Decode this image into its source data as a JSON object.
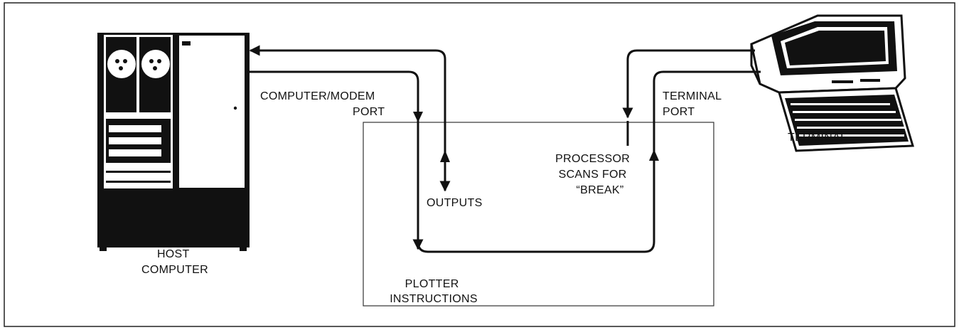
{
  "labels": {
    "host_computer": [
      "HOST",
      "COMPUTER"
    ],
    "computer_modem_port": [
      "COMPUTER/MODEM",
      "PORT"
    ],
    "terminal_port": [
      "TERMINAL",
      "PORT"
    ],
    "terminal": "TERMINAL",
    "processor_scans": [
      "PROCESSOR",
      "SCANS FOR",
      "“BREAK”"
    ],
    "outputs": "OUTPUTS",
    "plotter_instructions": [
      "PLOTTER",
      "INSTRUCTIONS"
    ]
  },
  "colors": {
    "ink": "#111111",
    "paper": "#ffffff",
    "frame": "#222222"
  },
  "icons": {
    "host": "mainframe-cabinet-icon",
    "terminal": "crt-terminal-icon"
  }
}
